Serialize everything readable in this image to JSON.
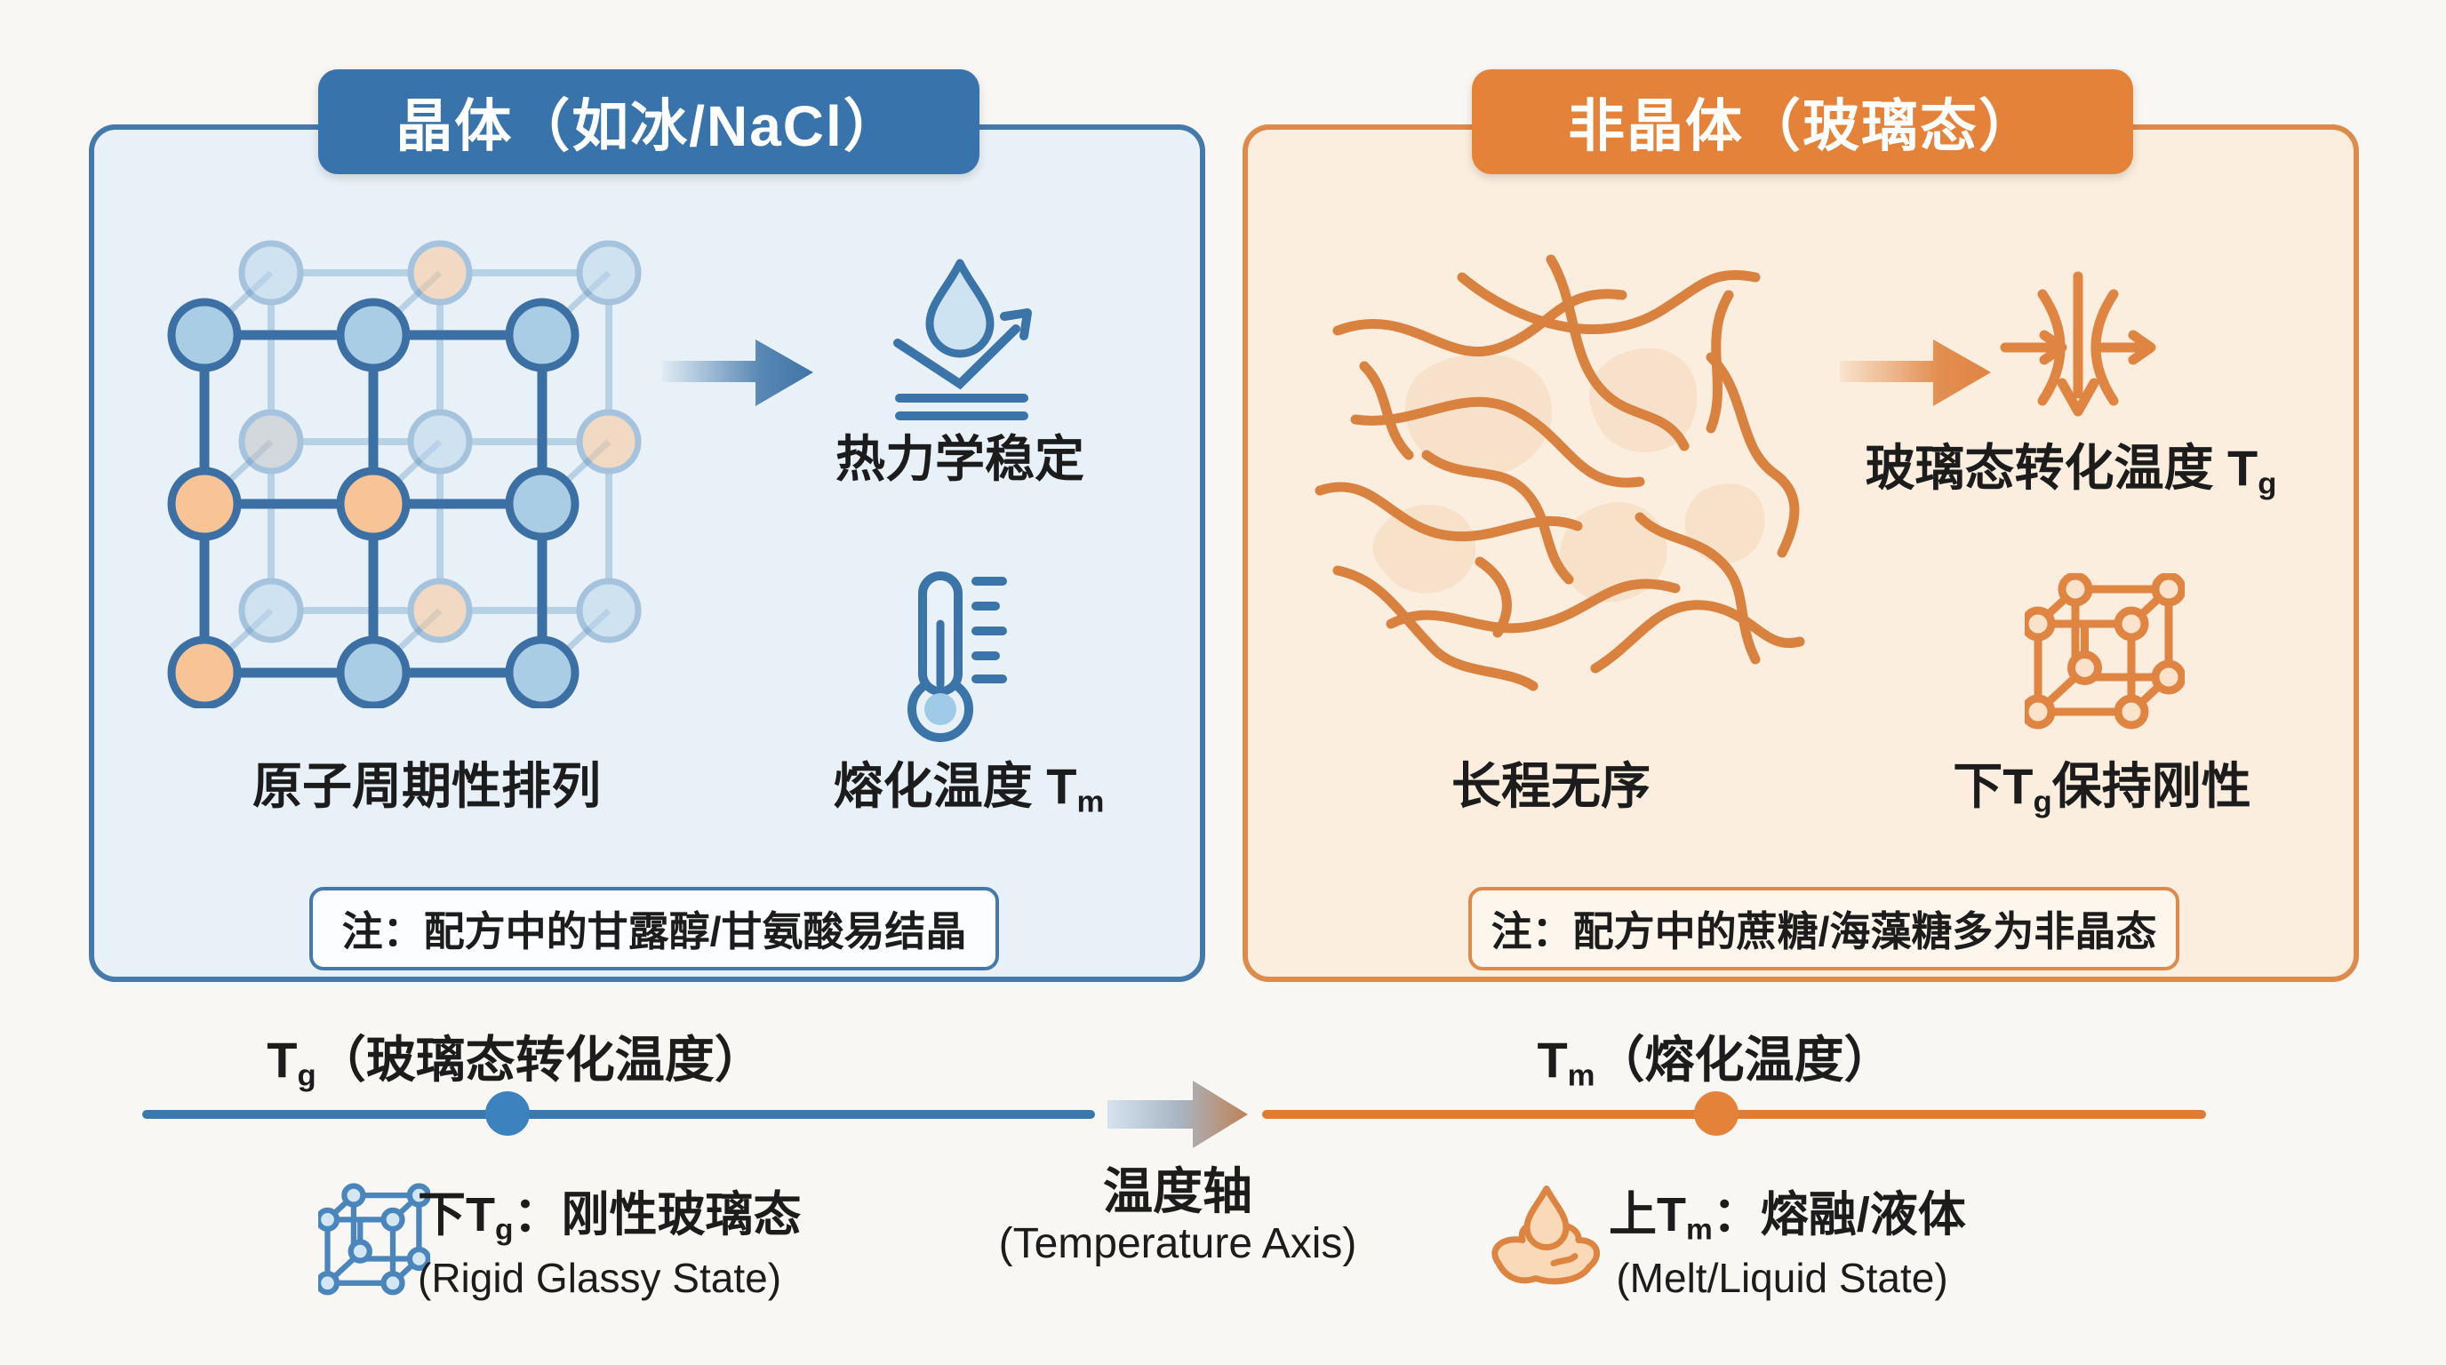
{
  "panels": {
    "left": {
      "header": "晶体（如冰/NaCl）",
      "caption_lattice": "原子周期性排列",
      "caption_stable": "热力学稳定",
      "caption_melt": {
        "pre": "熔化温度 T",
        "sub": "m"
      },
      "note": "注：配方中的甘露醇/甘氨酸易结晶"
    },
    "right": {
      "header": "非晶体（玻璃态）",
      "caption_disorder": "长程无序",
      "caption_tg": {
        "pre": "玻璃态转化温度 T",
        "sub": "g"
      },
      "caption_rigid": {
        "pre": "下T",
        "sub": "g",
        "post": "保持刚性"
      },
      "note": "注：配方中的蔗糖/海藻糖多为非晶态"
    }
  },
  "axis": {
    "left_label": {
      "pre": "T",
      "sub": "g",
      "post": "（玻璃态转化温度）"
    },
    "right_label": {
      "pre": "T",
      "sub": "m",
      "post": "（熔化温度）"
    },
    "center_label_zh": "温度轴",
    "center_label_en": "(Temperature Axis)",
    "legend_left": {
      "pre": "下T",
      "sub": "g",
      "post": "：刚性玻璃态"
    },
    "legend_left_en": "(Rigid Glassy State)",
    "legend_right": {
      "pre": "上T",
      "sub": "m",
      "post": "：熔融/液体"
    },
    "legend_right_en": "(Melt/Liquid State)"
  },
  "icons": [
    "crystal-lattice-icon",
    "right-arrow-blue-icon",
    "droplet-bounce-icon",
    "thermometer-icon",
    "amorphous-tangle-icon",
    "right-arrow-orange-icon",
    "compress-arrows-icon",
    "cube-lattice-orange-icon",
    "temperature-gradient-arrow-icon",
    "cube-lattice-blue-icon",
    "melt-puddle-icon"
  ],
  "colors": {
    "blue_header": "#3873ab",
    "blue_border": "#4579ab",
    "blue_panel_bg": "#e9f1f8",
    "blue_axis": "#3a78b0",
    "orange_header": "#e5823a",
    "orange_border": "#dd8a4a",
    "orange_panel_bg": "#fbeede",
    "orange_axis": "#e07b33",
    "ink": "#1c1c1c"
  }
}
